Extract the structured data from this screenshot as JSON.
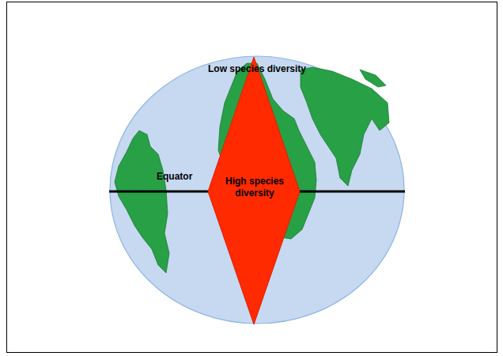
{
  "diagram": {
    "nodes": [
      {
        "text": [
          "Equator"
        ]
      },
      {
        "text": [
          "Low species diversity",
          "High species diversity"
        ],
        "in": 0
      }
    ]
  }
}
